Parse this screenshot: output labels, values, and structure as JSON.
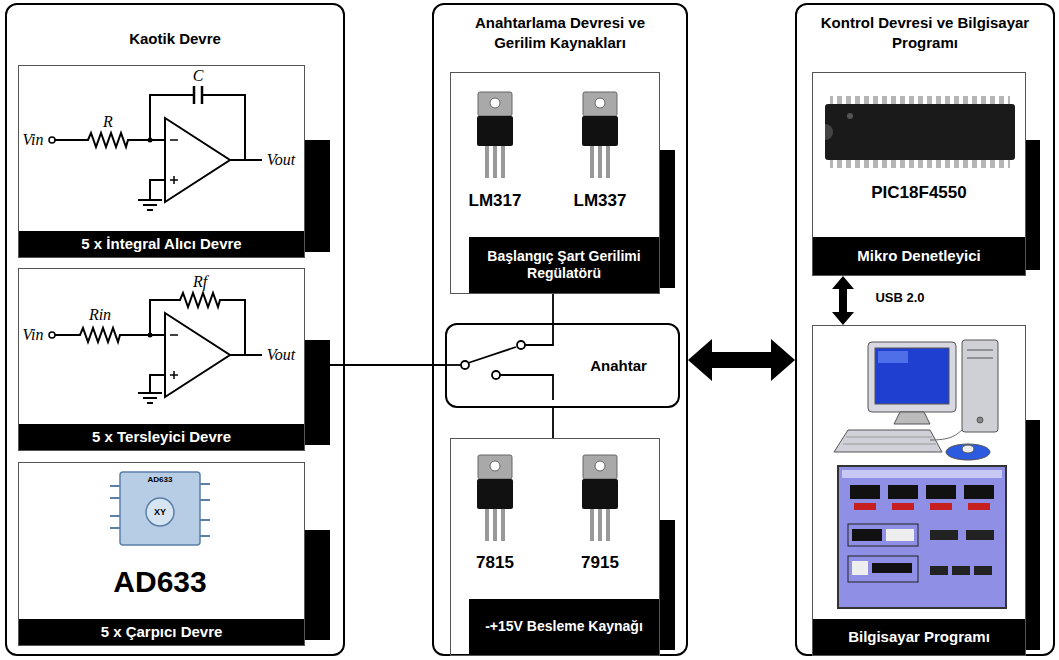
{
  "diagram": {
    "nodes": [
      {
        "text": [
          "Kaotik Devre"
        ]
      },
      {
        "text": [
          "5 x İntegral Alıcı Devre"
        ],
        "in": 0
      },
      {
        "text": [
          "5 x Tersleyici Devre"
        ],
        "in": 0
      },
      {
        "text": [
          "5 x Çarpıcı Devre"
        ],
        "in": 0
      },
      {
        "text": [
          "Anahtarlama Devresi ve Gerilim Kaynakları"
        ]
      },
      {
        "text": [
          "Başlangıç Şart Gerilimi Regülatörü"
        ],
        "in": 4
      },
      {
        "text": [
          "Anahtar"
        ],
        "in": 4
      },
      {
        "text": [
          "-+15V Besleme Kaynağı"
        ],
        "in": 4
      },
      {
        "text": [
          "Kontrol Devresi ve Bilgisayar Programı"
        ]
      },
      {
        "text": [
          "Mikro Denetleyici"
        ],
        "in": 8
      },
      {
        "text": [
          "Bilgisayar Programı"
        ],
        "in": 8
      }
    ],
    "edges": [
      {
        "from": 2,
        "to": 6,
        "arrow": "none"
      },
      {
        "from": 6,
        "to": 5,
        "arrow": "none"
      },
      {
        "from": 6,
        "to": 7,
        "arrow": "none"
      },
      {
        "from": 4,
        "to": 8,
        "arrow": "both"
      },
      {
        "from": 9,
        "to": 10,
        "arrow": "both",
        "label": "USB 2.0"
      }
    ],
    "labels": [
      "Vin",
      "R",
      "C",
      "Vout",
      "Vin",
      "Rin",
      "Rf",
      "Vout",
      "AD633",
      "XY",
      "AD633",
      "LM317",
      "LM337",
      "7815",
      "7915",
      "PIC18F4550"
    ]
  }
}
